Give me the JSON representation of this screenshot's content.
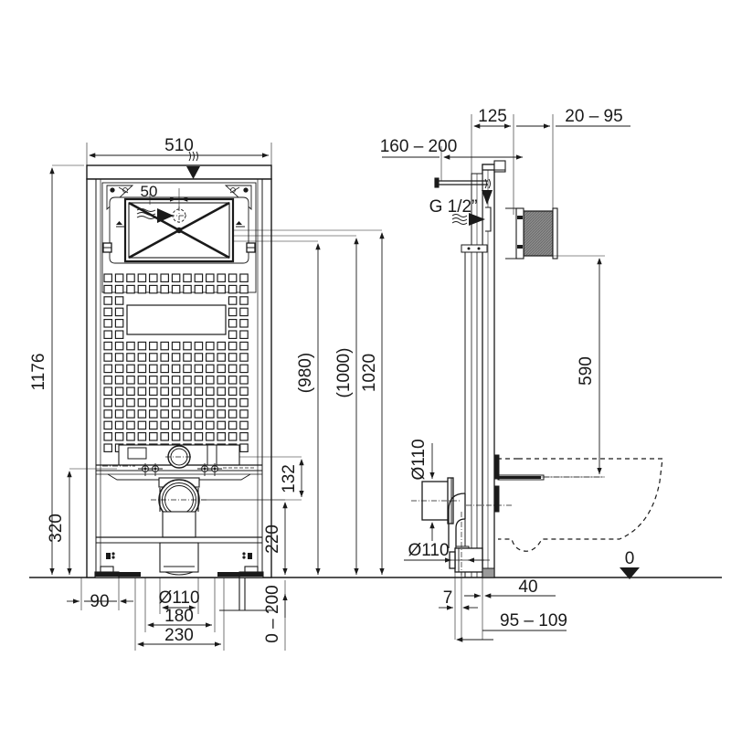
{
  "drawing": {
    "title": "Wall-hung WC concealed cistern frame — installation dimension drawing",
    "units": "mm",
    "line_color": "#1a1a1a",
    "fill_color": "#ffffff",
    "accent_gray": "#7d7d7d"
  },
  "front_view": {
    "name": "front-elevation",
    "dimensions": {
      "width_510": "510",
      "offset_50": "50",
      "height_1176": "1176",
      "height_320": "320",
      "foot_90": "90",
      "outlet_d110": "Ø110",
      "spacing_180": "180",
      "spacing_230": "230"
    }
  },
  "center_dimensions": {
    "h_132": "132",
    "h_220": "220",
    "h_980": "(980)",
    "h_1000": "(1000)",
    "h_1020": "1020",
    "h_0_200": "0 – 200"
  },
  "side_view": {
    "name": "side-section",
    "dimensions": {
      "d_125": "125",
      "d_20_95": "20 – 95",
      "d_160_200": "160 – 200",
      "thread_label": "G 1/2”",
      "h_590": "590",
      "inlet_d110_upper": "Ø110",
      "outlet_d110_lower": "Ø110",
      "d_7": "7",
      "d_40": "40",
      "d_95_109": "95 – 109",
      "datum_zero": "0"
    }
  }
}
